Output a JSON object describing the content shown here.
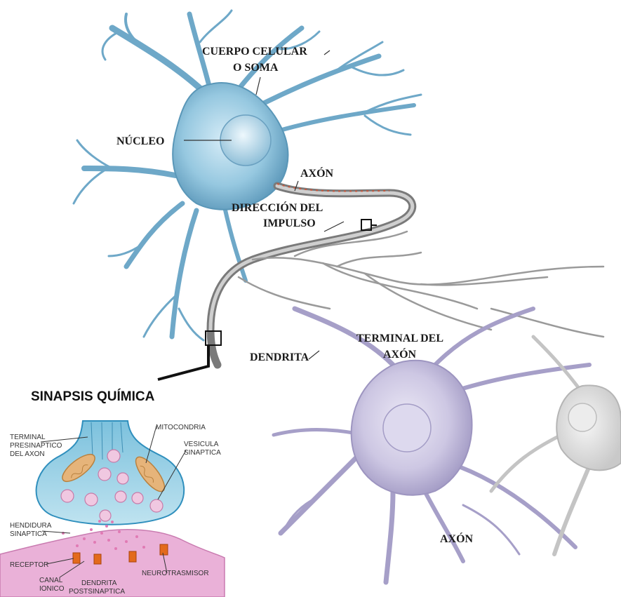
{
  "labels": {
    "cuerpo_celular_1": "CUERPO CELULAR",
    "cuerpo_celular_2": "O SOMA",
    "nucleo": "NÚCLEO",
    "axon_top": "AXÓN",
    "direccion_1": "DIRECCIÓN DEL",
    "direccion_2": "IMPULSO",
    "terminal_axon_1": "TERMINAL DEL",
    "terminal_axon_2": "AXÓN",
    "dendrita": "DENDRITA",
    "axon_bottom": "AXÓN",
    "sinapsis_quimica": "SINAPSIS QUÍMICA"
  },
  "inset_labels": {
    "terminal_pre_1": "TERMINAL",
    "terminal_pre_2": "PRESINAPTICO",
    "terminal_pre_3": "DEL AXON",
    "mitocondria": "MITOCONDRIA",
    "vesicula_1": "VESICULA",
    "vesicula_2": "SINAPTICA",
    "hendidura_1": "HENDIDURA",
    "hendidura_2": "SINAPTICA",
    "receptor": "RECEPTOR",
    "canal_1": "CANAL",
    "canal_2": "IONICO",
    "dendrita_post_1": "DENDRITA",
    "dendrita_post_2": "POSTSINAPTICA",
    "neurotrasmisor": "NEUROTRASMISOR"
  },
  "colors": {
    "neuron_blue": "#8fc3dc",
    "neuron_blue_dark": "#5a97b8",
    "neuron_lilac": "#c9c3e0",
    "neuron_lilac_dark": "#9d95c0",
    "neuron_grey": "#dedede",
    "axon": "#8a8a8a",
    "mitochondria": "#e6b47a",
    "vesicle": "#e9b8d6",
    "receptor": "#e36a1c",
    "postsynaptic": "#e9b0d7"
  }
}
